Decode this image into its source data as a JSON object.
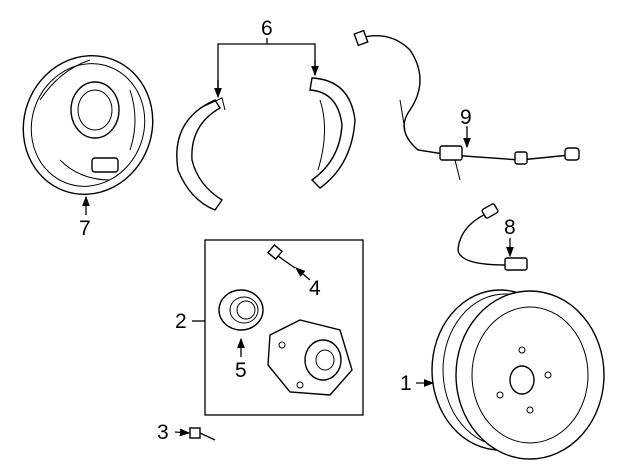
{
  "diagram": {
    "callouts": [
      {
        "number": "1",
        "part": "brake-drum"
      },
      {
        "number": "2",
        "part": "hub-bearing-assembly"
      },
      {
        "number": "3",
        "part": "hub-bolt"
      },
      {
        "number": "4",
        "part": "wheel-stud"
      },
      {
        "number": "5",
        "part": "bearing"
      },
      {
        "number": "6",
        "part": "brake-shoes"
      },
      {
        "number": "7",
        "part": "backing-plate"
      },
      {
        "number": "8",
        "part": "brake-hose"
      },
      {
        "number": "9",
        "part": "abs-sensor"
      }
    ]
  }
}
